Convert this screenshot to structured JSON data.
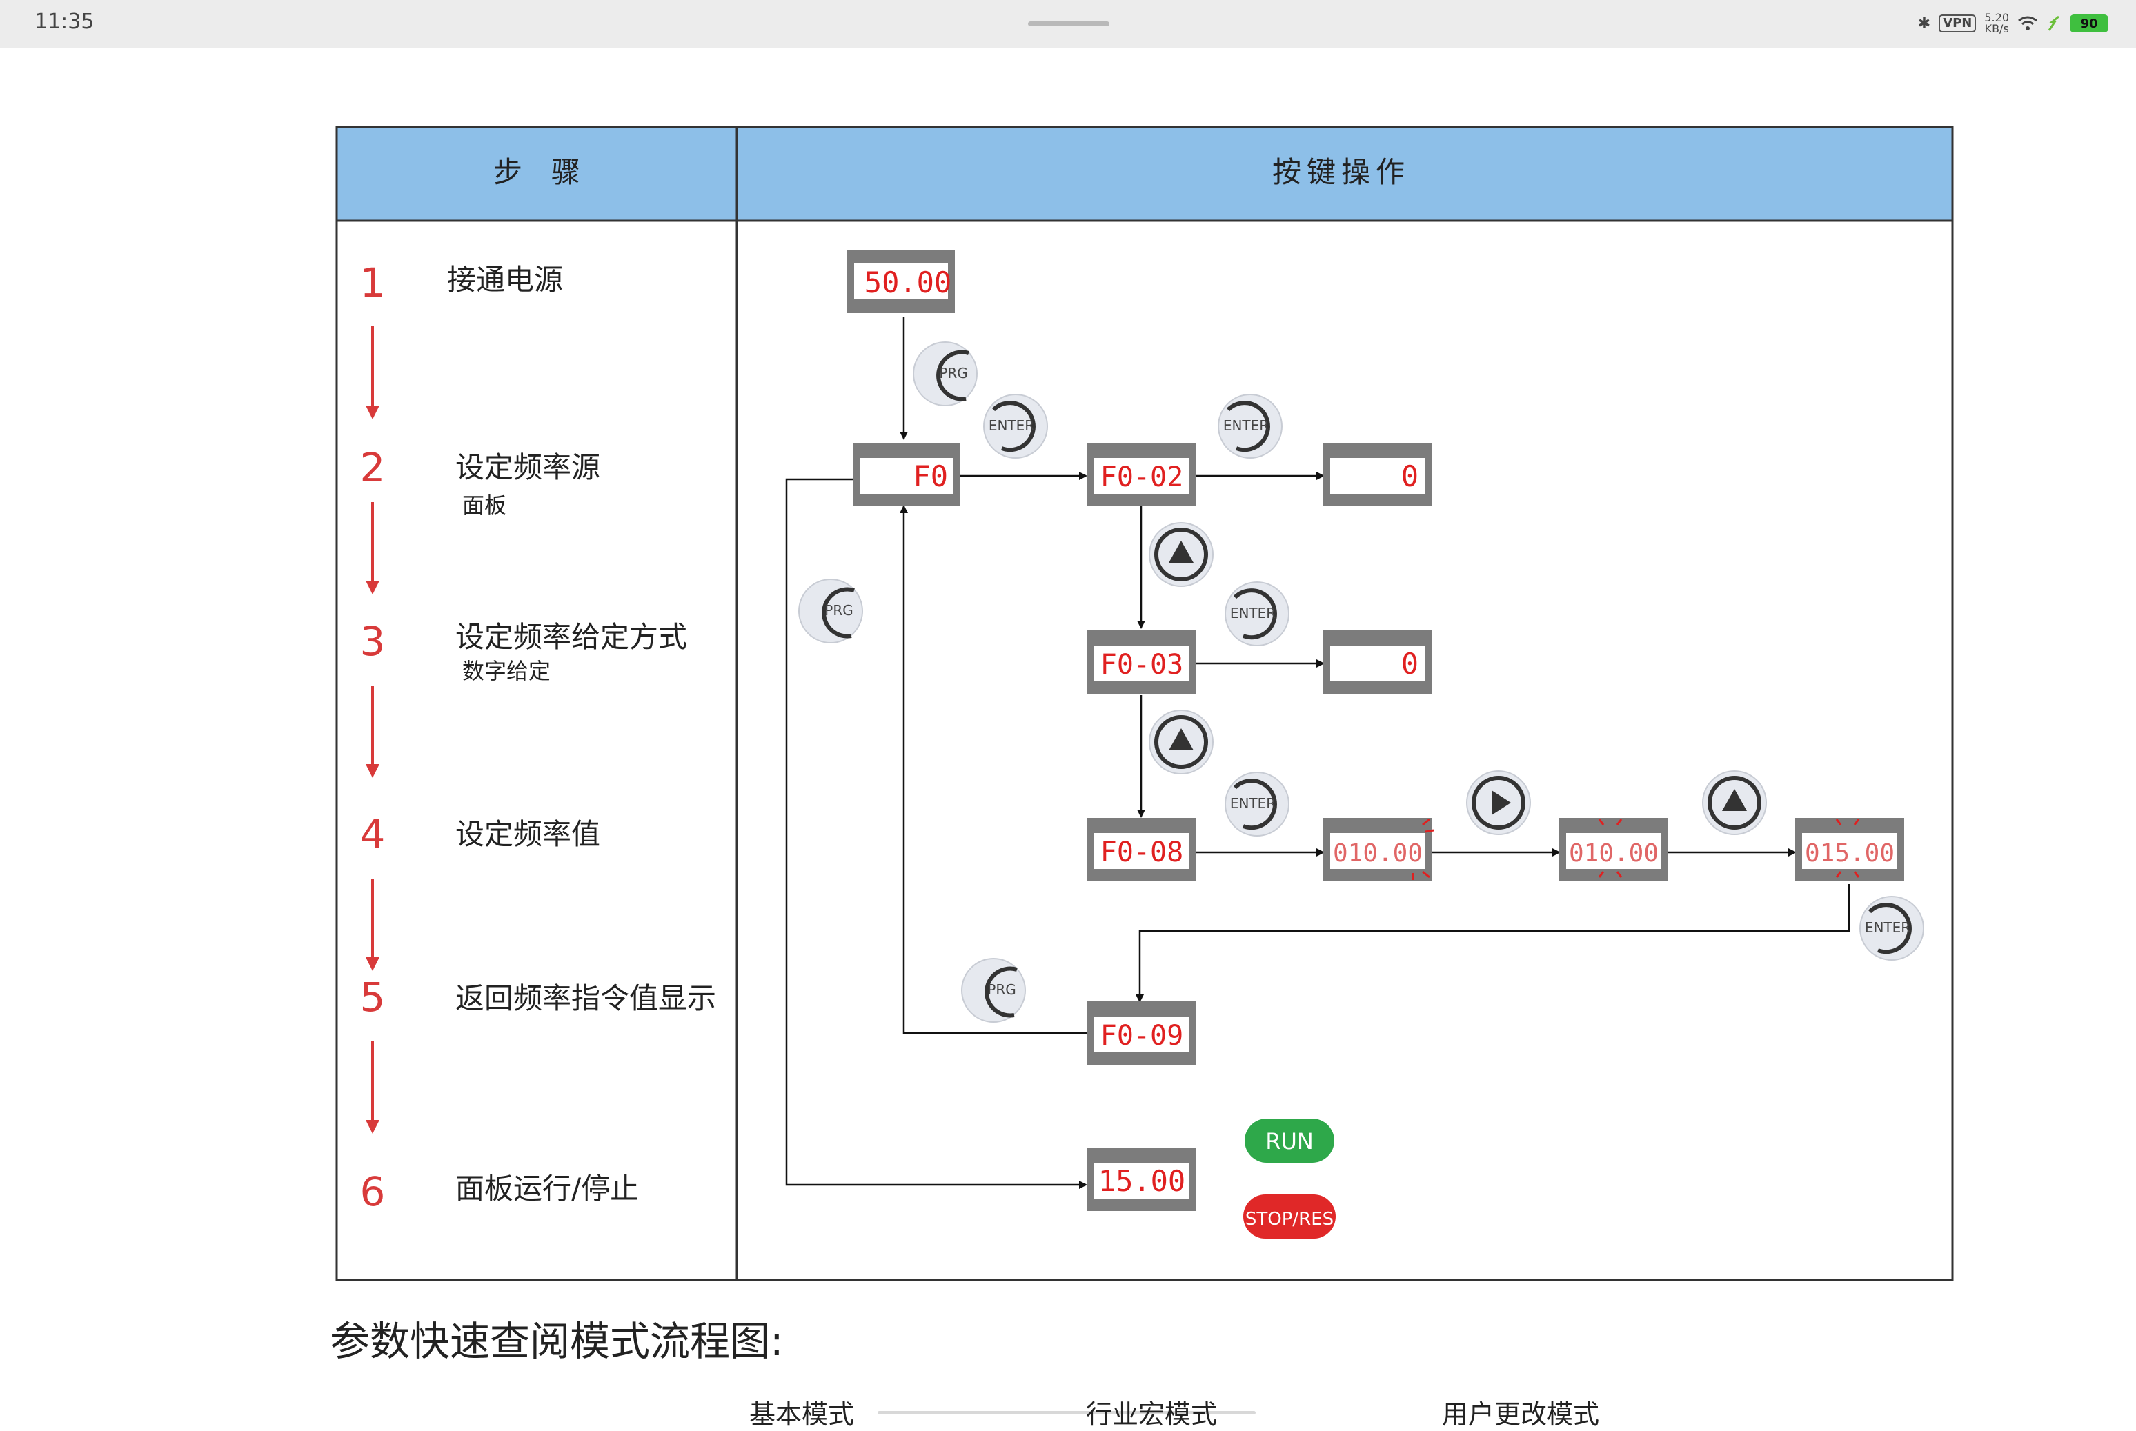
{
  "status_bar": {
    "time": "11:35",
    "vpn": "VPN",
    "speed_value": "5.20",
    "speed_unit": "KB/s",
    "battery": "90",
    "icons": [
      "bluetooth-icon",
      "vpn-icon",
      "wifi-icon",
      "charging-icon",
      "battery-icon"
    ]
  },
  "table": {
    "header_steps": "步　骤",
    "header_ops": "按键操作",
    "steps": [
      {
        "number": "1",
        "title": "接通电源",
        "subtitle": ""
      },
      {
        "number": "2",
        "title": "设定频率源",
        "subtitle": "面板"
      },
      {
        "number": "3",
        "title": "设定频率给定方式",
        "subtitle": "数字给定"
      },
      {
        "number": "4",
        "title": "设定频率值",
        "subtitle": ""
      },
      {
        "number": "5",
        "title": "返回频率指令值显示",
        "subtitle": ""
      },
      {
        "number": "6",
        "title": "面板运行/停止",
        "subtitle": ""
      }
    ]
  },
  "displays": {
    "start": "50.00",
    "f0": "F0",
    "f0_02": "F0-02",
    "f0_02_value": "0",
    "f0_03": "F0-03",
    "f0_03_value": "0",
    "f0_08": "F0-08",
    "edit_1": "010.00",
    "edit_2": "010.00",
    "edit_3": "015.00",
    "f0_09": "F0-09",
    "run_value": "15.00"
  },
  "keys": {
    "prg": "PRG",
    "enter": "ENTER",
    "run": "RUN",
    "stop": "STOP/RES"
  },
  "colors": {
    "header_bg": "#8dbfe8",
    "step_red": "#d83a3a",
    "display_digit": "#e02020",
    "run_green": "#2ea84a",
    "stop_red": "#e02828"
  },
  "section": {
    "title": "参数快速查阅模式流程图:",
    "modes": [
      "基本模式",
      "行业宏模式",
      "用户更改模式"
    ]
  }
}
